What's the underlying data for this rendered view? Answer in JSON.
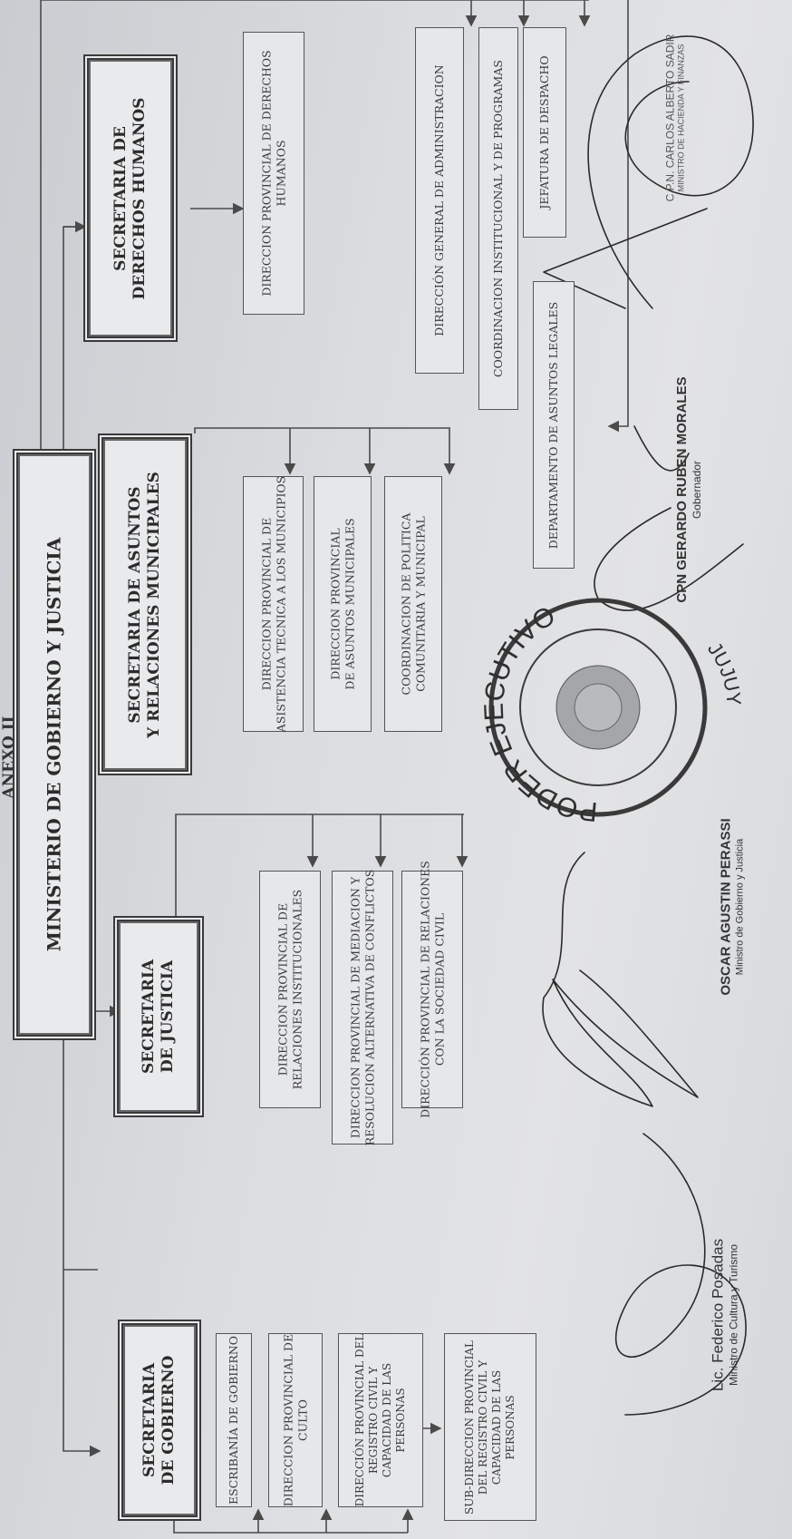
{
  "header": "ANEXO II",
  "ministry": "MINISTERIO DE GOBIERNO Y JUSTICIA",
  "secretariats": {
    "gobierno": {
      "title": [
        "SECRETARIA",
        "DE GOBIERNO"
      ],
      "units": [
        [
          "ESCRIBANÍA DE GOBIERNO"
        ],
        [
          "DIRECCION PROVINCIAL DE",
          "CULTO"
        ],
        [
          "DIRECCIÓN PROVINCIAL DEL",
          "REGISTRO CIVIL Y",
          "CAPACIDAD DE LAS",
          "PERSONAS"
        ],
        [
          "SUB-DIRECCION PROVINCIAL",
          "DEL REGISTRO CIVIL Y",
          "CAPACIDAD DE LAS",
          "PERSONAS"
        ]
      ]
    },
    "justicia": {
      "title": [
        "SECRETARIA",
        "DE JUSTICIA"
      ],
      "units": [
        [
          "DIRECCION PROVINCIAL DE",
          "RELACIONES INSTITUCIONALES"
        ],
        [
          "DIRECCION PROVINCIAL DE MEDIACION Y",
          "RESOLUCION ALTERNATIVA DE CONFLICTOS"
        ],
        [
          "DIRECCIÓN PROVINCIAL DE RELACIONES",
          "CON LA SOCIEDAD CIVIL"
        ]
      ]
    },
    "municipales": {
      "title": [
        "SECRETARIA DE ASUNTOS",
        "Y RELACIONES MUNICIPALES"
      ],
      "units": [
        [
          "DIRECCION PROVINCIAL DE",
          "ASISTENCIA TECNICA A LOS MUNICIPIOS"
        ],
        [
          "DIRECCION PROVINCIAL",
          "DE ASUNTOS MUNICIPALES"
        ],
        [
          "COORDINACION DE POLITICA",
          "COMUNITARIA Y MUNICIPAL"
        ]
      ]
    },
    "derechos_humanos": {
      "title": [
        "SECRETARIA DE",
        "DERECHOS HUMANOS"
      ],
      "units": [
        [
          "DIRECCION PROVINCIAL DE DERECHOS",
          "HUMANOS"
        ]
      ]
    }
  },
  "staff_units": [
    "DIRECCIÓN GENERAL DE ADMINISTRACION",
    "COORDINACION INSTITUCIONAL Y DE PROGRAMAS",
    "JEFATURA DE DESPACHO",
    "DEPARTAMENTO DE ASUNTOS LEGALES"
  ],
  "signatures": {
    "posadas": {
      "name": "Lic. Federico Posadas",
      "title": "Ministro de Cultura y Turismo"
    },
    "perassi": {
      "name": "OSCAR AGUSTIN PERASSI",
      "title": "Ministro de Gobierno y Justicia"
    },
    "morales": {
      "name": "CPN GERARDO RUBEN MORALES",
      "title": "Gobernador"
    },
    "sadir": {
      "name": "C.P.N. CARLOS ALBERTO SADIR",
      "title": "MINISTRO DE HACIENDA Y FINANZAS"
    }
  },
  "seal": {
    "top": "PODER EJECUTIVO",
    "bottom": "JUJUY"
  }
}
